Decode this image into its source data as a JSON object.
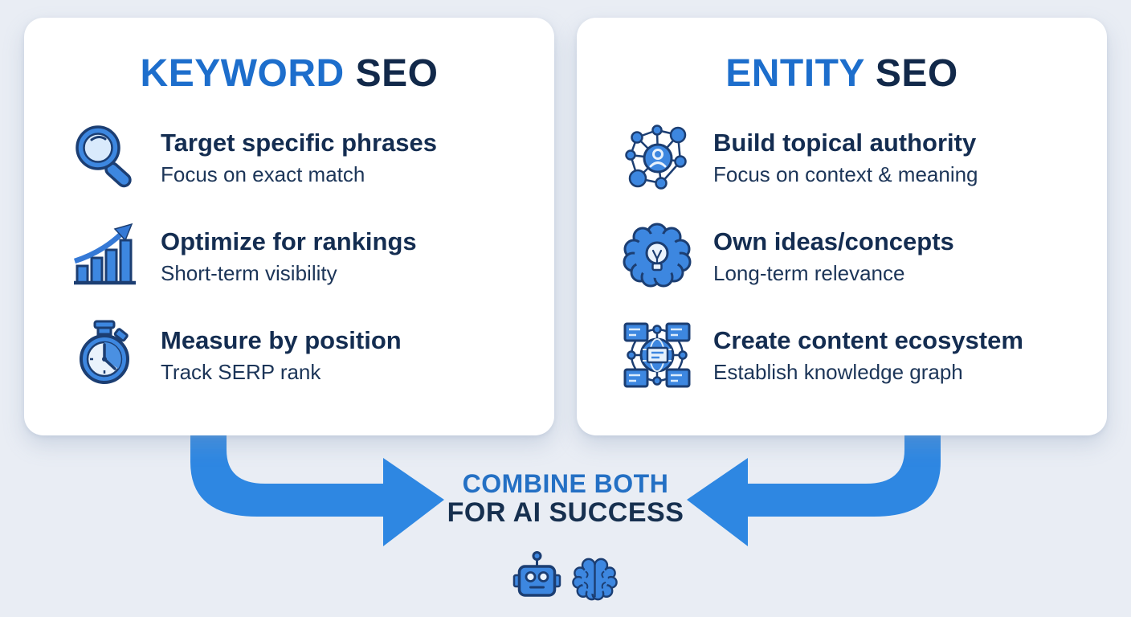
{
  "colors": {
    "background": "#e9edf4",
    "card": "#ffffff",
    "title_blue": "#1d6ecc",
    "title_navy": "#12294a",
    "heading_navy": "#142d51",
    "subtext_navy": "#1c3558",
    "arrow_blue": "#2e87e2",
    "icon_fill_blue": "#3d87e0",
    "icon_light_fill": "#e7f1fc",
    "icon_outline_navy": "#1c3e72",
    "combine_blue": "#2470c4",
    "combine_navy": "#17304f"
  },
  "cards": [
    {
      "id": "keyword-seo",
      "title_primary": "KEYWORD",
      "title_secondary": "SEO",
      "items": [
        {
          "icon": "magnifier-icon",
          "heading": "Target specific phrases",
          "subtext": "Focus on exact match"
        },
        {
          "icon": "growth-chart-icon",
          "heading": "Optimize for rankings",
          "subtext": "Short-term visibility"
        },
        {
          "icon": "stopwatch-icon",
          "heading": "Measure by position",
          "subtext": "Track SERP rank"
        }
      ]
    },
    {
      "id": "entity-seo",
      "title_primary": "ENTITY",
      "title_secondary": "SEO",
      "items": [
        {
          "icon": "entity-network-icon",
          "heading": "Build topical authority",
          "subtext": "Focus on context & meaning"
        },
        {
          "icon": "brain-idea-icon",
          "heading": "Own ideas/concepts",
          "subtext": "Long-term relevance"
        },
        {
          "icon": "content-ecosystem-icon",
          "heading": "Create content ecosystem",
          "subtext": "Establish knowledge graph"
        }
      ]
    }
  ],
  "footer": {
    "combine_line1": "COMBINE BOTH",
    "combine_line2": "FOR AI SUCCESS",
    "icons": [
      "robot-icon",
      "brain-icon"
    ]
  }
}
